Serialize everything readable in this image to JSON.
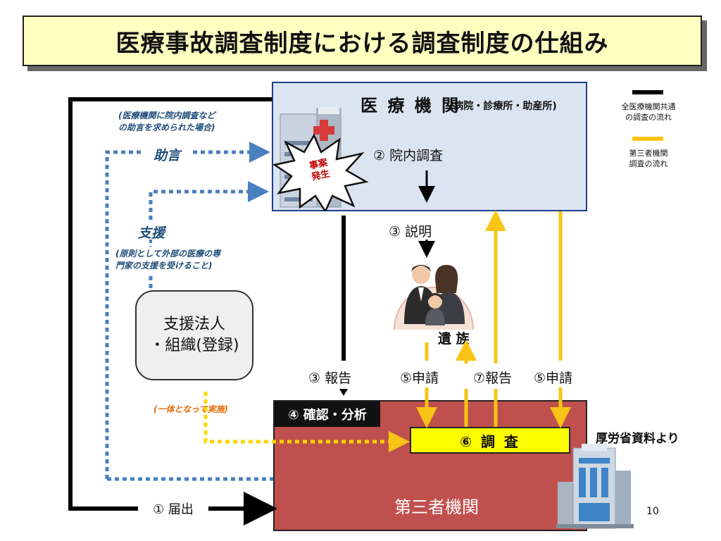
{
  "title": "医療事故調査制度における調査制度の仕組み",
  "medical_institution": {
    "name": "医 療 機 関",
    "subtitle": "(病院・診療所・助産所)",
    "accident_burst": [
      "事案",
      "発生"
    ],
    "inhouse_survey": "② 院内調査"
  },
  "left_annotations": {
    "advice_condition_1": "(医療機関に院内調査など",
    "advice_condition_2": "の助言を求められた場合)",
    "advice": "助言",
    "support": "支援",
    "support_note_1": "(原則として外部の医療の専",
    "support_note_2": "門家の支援を受けること)",
    "cooperation": "(一体となって実施)"
  },
  "support_org": {
    "line1": "支援法人",
    "line2": "・組織(登録)"
  },
  "steps": {
    "explain": "③ 説明",
    "bereaved": "遺 族",
    "report3": "③ 報告",
    "apply5a": "⑤申請",
    "report7": "⑦報告",
    "apply5b": "⑤申請",
    "notify": "① 届出"
  },
  "third_party": {
    "confirm": "④ 確認・分析",
    "survey": "⑥ 調 査",
    "name": "第三者機関"
  },
  "legend": {
    "black_line1": "全医療機関共通",
    "black_line2": "の調査の流れ",
    "yellow_line1": "第三者機関",
    "yellow_line2": "調査の流れ"
  },
  "source": "厚労省資料より",
  "page_number": "10",
  "colors": {
    "black_flow": "#000000",
    "yellow_flow": "#f9c416",
    "blue_dotted": "#4a7fc0",
    "third_party_fill": "#c0504d"
  }
}
